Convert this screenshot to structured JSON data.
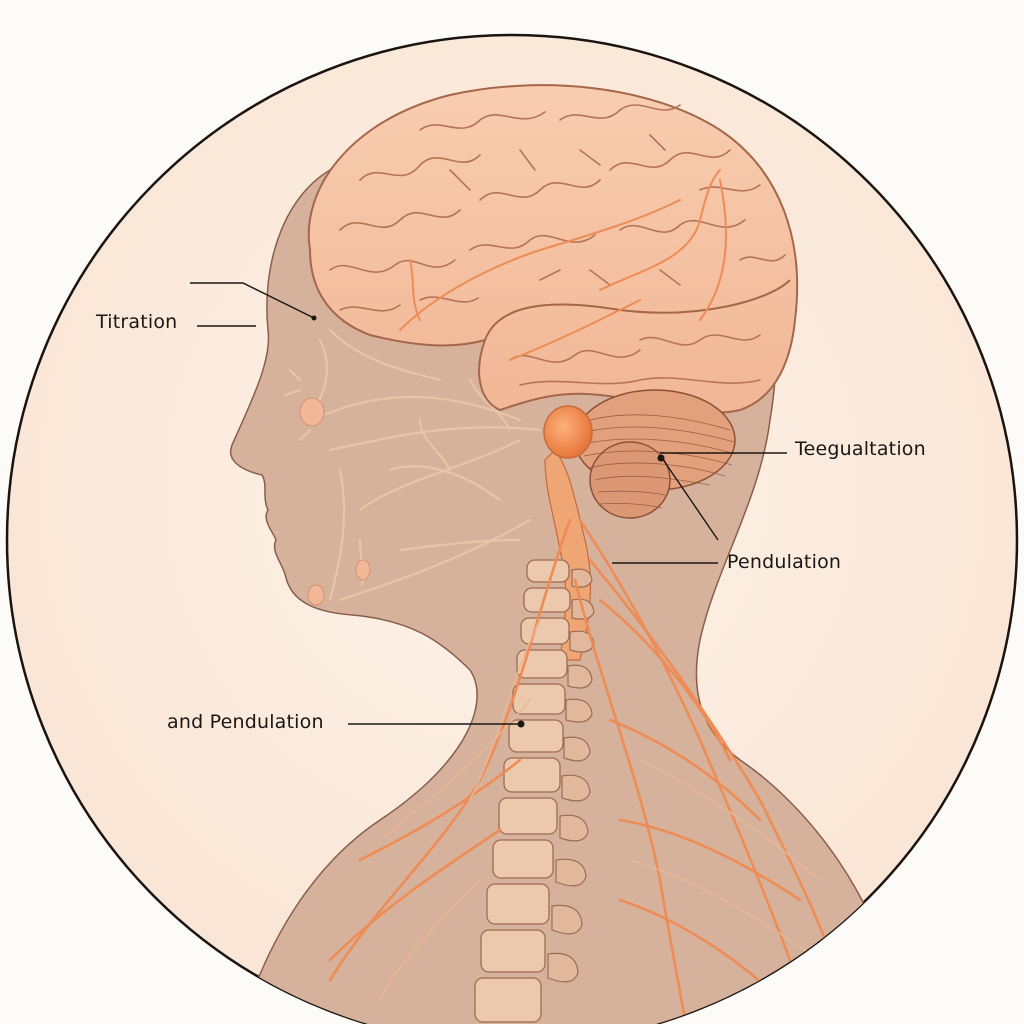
{
  "diagram": {
    "title": "",
    "subject": "Human head and neck anatomy: brain, cerebellum, brainstem, spinal column and nerves",
    "colors": {
      "background": "#fdfbf8",
      "circle_fill": "#fbe9da",
      "circle_stroke": "#1a1410",
      "skin": "#d8b4a0",
      "brain": "#f6c3a2",
      "brain_stroke": "#a6664a",
      "nerve": "#ee8c55",
      "spine": "#ecc8ad",
      "leader_line": "#1c1612"
    },
    "labels": [
      {
        "id": "titration",
        "text": "Titration"
      },
      {
        "id": "teegualtation",
        "text": "Teegualtation"
      },
      {
        "id": "pendulation",
        "text": "Pendulation"
      },
      {
        "id": "and-pendulation",
        "text": "and Pendulation"
      }
    ]
  }
}
